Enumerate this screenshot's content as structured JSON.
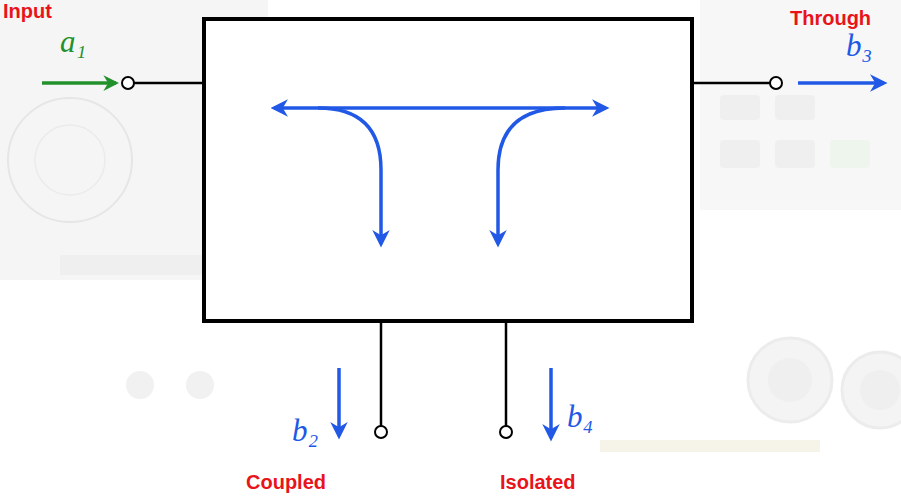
{
  "diagram": {
    "labels": [
      "Input",
      "a₁",
      "Through",
      "b₃",
      "b₂",
      "b₄",
      "Coupled",
      "Isolated"
    ]
  }
}
